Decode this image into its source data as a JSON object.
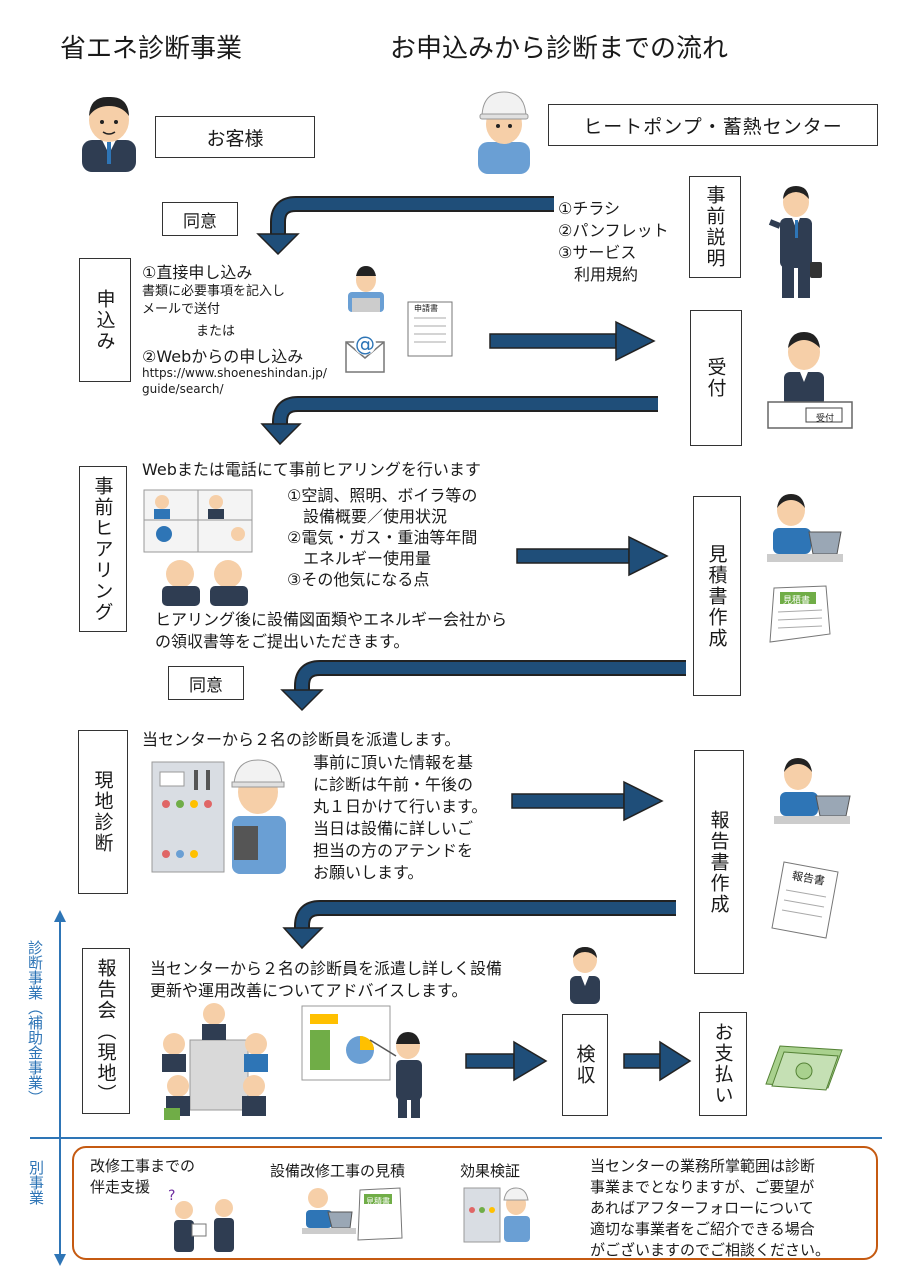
{
  "title_left": "省エネ診断事業",
  "title_right": "お申込みから診断までの流れ",
  "customer_label": "お客様",
  "center_label": "ヒートポンプ・蓄熱センター",
  "agree1": "同意",
  "agree2": "同意",
  "pre_explain": {
    "box": "事前説明",
    "items": [
      "①チラシ",
      "②パンフレット",
      "③サービス",
      "　利用規約"
    ]
  },
  "apply": {
    "box": "申込み",
    "l1": "①直接申し込み",
    "l2": "書類に必要事項を記入し",
    "l3": "メールで送付",
    "or": "または",
    "l4": "②Webからの申し込み",
    "url1": "https://www.shoeneshindan.jp/",
    "url2": "guide/search/",
    "doc_label": "申請書"
  },
  "reception": {
    "box": "受付",
    "desk_sign": "受付"
  },
  "hearing": {
    "box": "事前ヒアリング",
    "head": "Webまたは電話にて事前ヒアリングを行います",
    "i1a": "①空調、照明、ボイラ等の",
    "i1b": "　設備概要／使用状況",
    "i2a": "②電気・ガス・重油等年間",
    "i2b": "　エネルギー使用量",
    "i3": "③その他気になる点",
    "note1": "ヒアリング後に設備図面類やエネルギー会社から",
    "note2": "の領収書等をご提出いただきます。"
  },
  "estimate": {
    "box": "見積書作成",
    "doc_label": "見積書"
  },
  "onsite": {
    "box": "現地診断",
    "head": "当センターから２名の診断員を派遣します。",
    "d1": "事前に頂いた情報を基",
    "d2": "に診断は午前・午後の",
    "d3": "丸１日かけて行います。",
    "d4": "当日は設備に詳しいご",
    "d5": "担当の方のアテンドを",
    "d6": "お願いします。"
  },
  "report": {
    "box": "報告書作成",
    "doc_label": "報告書"
  },
  "meeting": {
    "box": "報告会（現地）",
    "t1": "当センターから２名の診断員を派遣し詳しく設備",
    "t2": "更新や運用改善についてアドバイスします。"
  },
  "inspection": {
    "box": "検収"
  },
  "payment": {
    "box": "お支払い"
  },
  "side_label_main": "診断事業（補助金事業）",
  "side_label_other": "別事業",
  "other": {
    "s1a": "改修工事までの",
    "s1b": "伴走支援",
    "s2": "設備改修工事の見積",
    "s2_doc": "見積書",
    "s3": "効果検証",
    "n1": "当センターの業務所掌範囲は診断",
    "n2": "事業までとなりますが、ご要望が",
    "n3": "あればアフターフォローについて",
    "n4": "適切な事業者をご紹介できる場合",
    "n5": "がございますのでご相談ください。"
  },
  "colors": {
    "arrow": "#1f4e79",
    "accent": "#2e75b6",
    "other_border": "#c55a11"
  }
}
